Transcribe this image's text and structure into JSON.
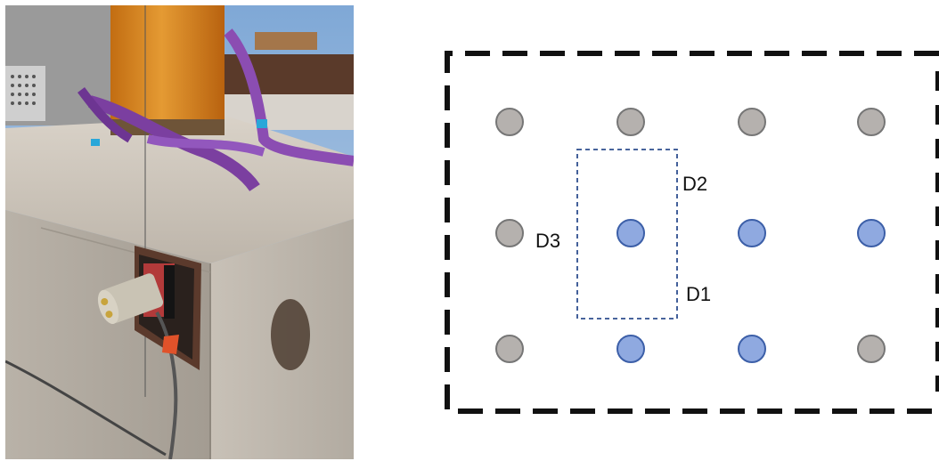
{
  "photo": {
    "description_icon": "concrete-block-with-sensor-photo"
  },
  "diagram": {
    "labels": {
      "d1": "D1",
      "d2": "D2",
      "d3": "D3"
    },
    "colors": {
      "gray_fill": "#b5b1ae",
      "gray_stroke": "#767676",
      "blue_fill": "#8fa9e0",
      "blue_stroke": "#3c5fa8",
      "outer_border": "#111111",
      "inner_border": "#2f4f8f"
    },
    "grid": {
      "rows": [
        [
          "gray",
          "gray",
          "gray",
          "gray"
        ],
        [
          "gray",
          "blue",
          "blue",
          "blue"
        ],
        [
          "gray",
          "blue",
          "blue",
          "gray"
        ]
      ]
    }
  }
}
